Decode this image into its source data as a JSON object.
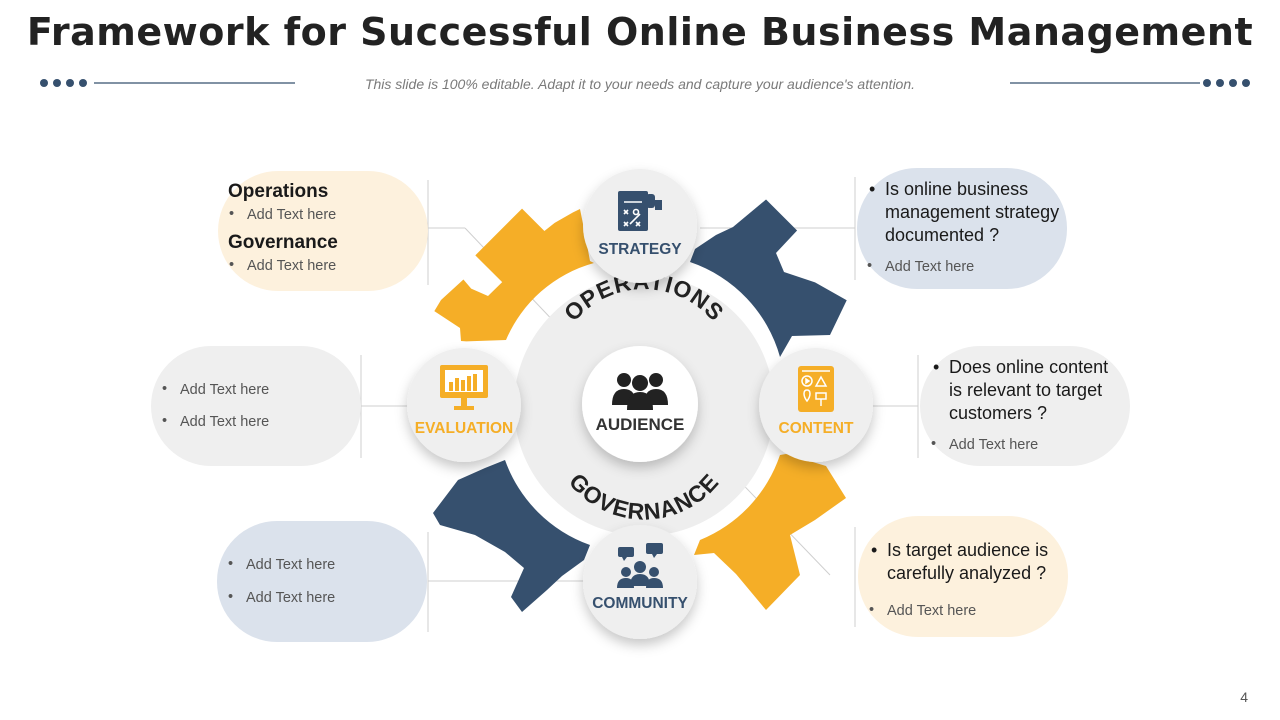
{
  "slide": {
    "title": "Framework for Successful Online Business Management",
    "subtitle": "This slide is 100% editable. Adapt it to your needs and capture your audience's attention.",
    "page_number": "4"
  },
  "colors": {
    "navy": "#36506e",
    "amber": "#f5ae27",
    "light_gray": "#efefef",
    "light_blue": "#dbe2ec",
    "light_peach": "#fdf1dd",
    "title_text": "#222222",
    "subtitle_text": "#7a7a7a"
  },
  "center": {
    "label": "AUDIENCE",
    "icon": "people-group-icon",
    "ring_top": "OPERATIONS",
    "ring_bottom": "GOVERNANCE"
  },
  "nodes": {
    "strategy": {
      "label": "STRATEGY",
      "icon": "strategy-document-icon"
    },
    "content": {
      "label": "CONTENT",
      "icon": "content-media-icon"
    },
    "community": {
      "label": "COMMUNITY",
      "icon": "community-chat-icon"
    },
    "evaluation": {
      "label": "EVALUATION",
      "icon": "monitor-chart-icon"
    }
  },
  "left_boxes": {
    "top": {
      "heading1": "Operations",
      "item1": "Add Text here",
      "heading2": "Governance",
      "item2": "Add Text here"
    },
    "middle": {
      "item1": "Add Text here",
      "item2": "Add Text here"
    },
    "bottom": {
      "item1": "Add Text here",
      "item2": "Add Text here"
    }
  },
  "right_boxes": {
    "top": {
      "question": [
        "Is online business",
        "management strategy",
        "documented ?"
      ],
      "item": "Add Text here"
    },
    "middle": {
      "question": [
        "Does online content",
        "is relevant to target",
        "customers ?"
      ],
      "item": "Add Text here"
    },
    "bottom": {
      "question": [
        "Is target audience is",
        "carefully analyzed ?"
      ],
      "item": "Add Text here"
    }
  }
}
